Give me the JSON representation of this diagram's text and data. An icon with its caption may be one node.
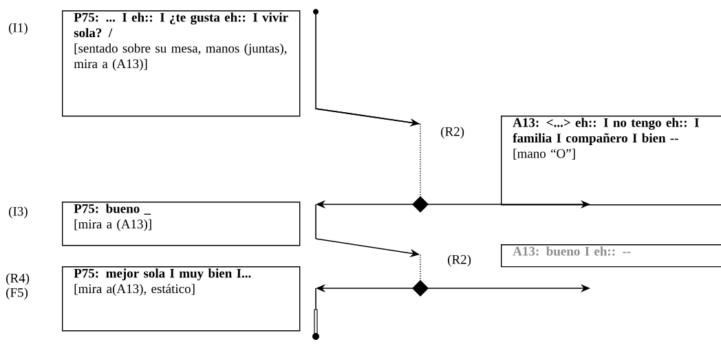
{
  "diagram": {
    "nodes": [
      {
        "text": [
          "P75: ... I eh:: I ¿te gusta eh:: I vivir sola? /",
          "[sentado sobre su mesa, manos (juntas), mira a (A13)]"
        ],
        "beside": [
          "(I1)"
        ]
      },
      {
        "text": [
          "A13: <...> eh:: I no tengo eh:: I familia I compañero I bien --",
          "[mano “O”]"
        ],
        "beside": [
          "(R2)"
        ]
      },
      {
        "text": [
          "P75: bueno _",
          "[mira a (A13)]"
        ],
        "beside": [
          "(I3)"
        ]
      },
      {
        "text": [
          "A13: bueno I eh:: --"
        ],
        "beside": [
          "(R2)"
        ]
      },
      {
        "text": [
          "P75: mejor sola I muy bien I...",
          "[mira a(A13), estático]"
        ],
        "beside": [
          "(R4)",
          "(F5)"
        ]
      }
    ]
  }
}
